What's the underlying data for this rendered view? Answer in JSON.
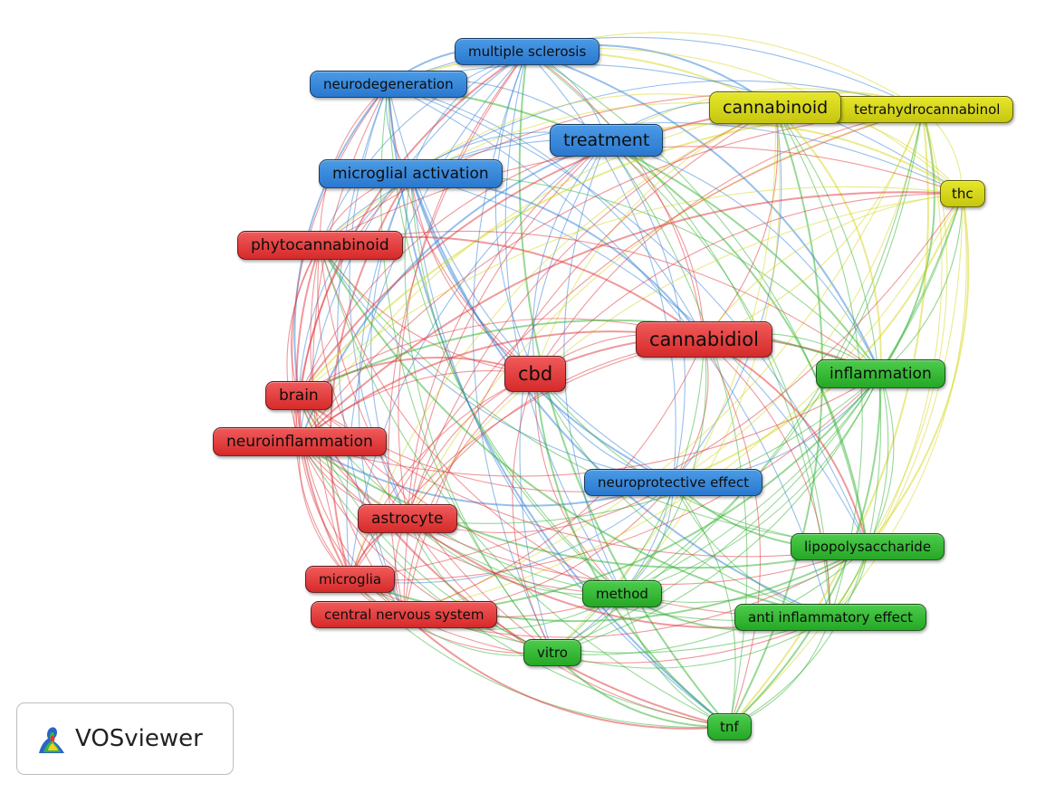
{
  "colors": {
    "red": "#e0343a",
    "blue": "#2f80d6",
    "green": "#2fb12f",
    "yellow": "#d6d61c"
  },
  "brand": {
    "name": "VOSviewer",
    "icon": "vosviewer-logo-icon"
  },
  "network": {
    "nodes": [
      {
        "id": "multiple-sclerosis",
        "label": "multiple sclerosis",
        "cluster": "blue"
      },
      {
        "id": "neurodegeneration",
        "label": "neurodegeneration",
        "cluster": "blue"
      },
      {
        "id": "treatment",
        "label": "treatment",
        "cluster": "blue"
      },
      {
        "id": "microglial-activation",
        "label": "microglial activation",
        "cluster": "blue"
      },
      {
        "id": "neuroprotective-effect",
        "label": "neuroprotective effect",
        "cluster": "blue"
      },
      {
        "id": "cannabinoid",
        "label": "cannabinoid",
        "cluster": "yellow"
      },
      {
        "id": "tetrahydrocannabinol",
        "label": "tetrahydrocannabinol",
        "cluster": "yellow"
      },
      {
        "id": "thc",
        "label": "thc",
        "cluster": "yellow"
      },
      {
        "id": "phytocannabinoid",
        "label": "phytocannabinoid",
        "cluster": "red"
      },
      {
        "id": "cannabidiol",
        "label": "cannabidiol",
        "cluster": "red"
      },
      {
        "id": "cbd",
        "label": "cbd",
        "cluster": "red"
      },
      {
        "id": "brain",
        "label": "brain",
        "cluster": "red"
      },
      {
        "id": "neuroinflammation",
        "label": "neuroinflammation",
        "cluster": "red"
      },
      {
        "id": "astrocyte",
        "label": "astrocyte",
        "cluster": "red"
      },
      {
        "id": "microglia",
        "label": "microglia",
        "cluster": "red"
      },
      {
        "id": "central-nervous-system",
        "label": "central nervous system",
        "cluster": "red"
      },
      {
        "id": "inflammation",
        "label": "inflammation",
        "cluster": "green"
      },
      {
        "id": "lipopolysaccharide",
        "label": "lipopolysaccharide",
        "cluster": "green"
      },
      {
        "id": "method",
        "label": "method",
        "cluster": "green"
      },
      {
        "id": "anti-inflammatory-effect",
        "label": "anti inflammatory effect",
        "cluster": "green"
      },
      {
        "id": "vitro",
        "label": "vitro",
        "cluster": "green"
      },
      {
        "id": "tnf",
        "label": "tnf",
        "cluster": "green"
      }
    ]
  }
}
